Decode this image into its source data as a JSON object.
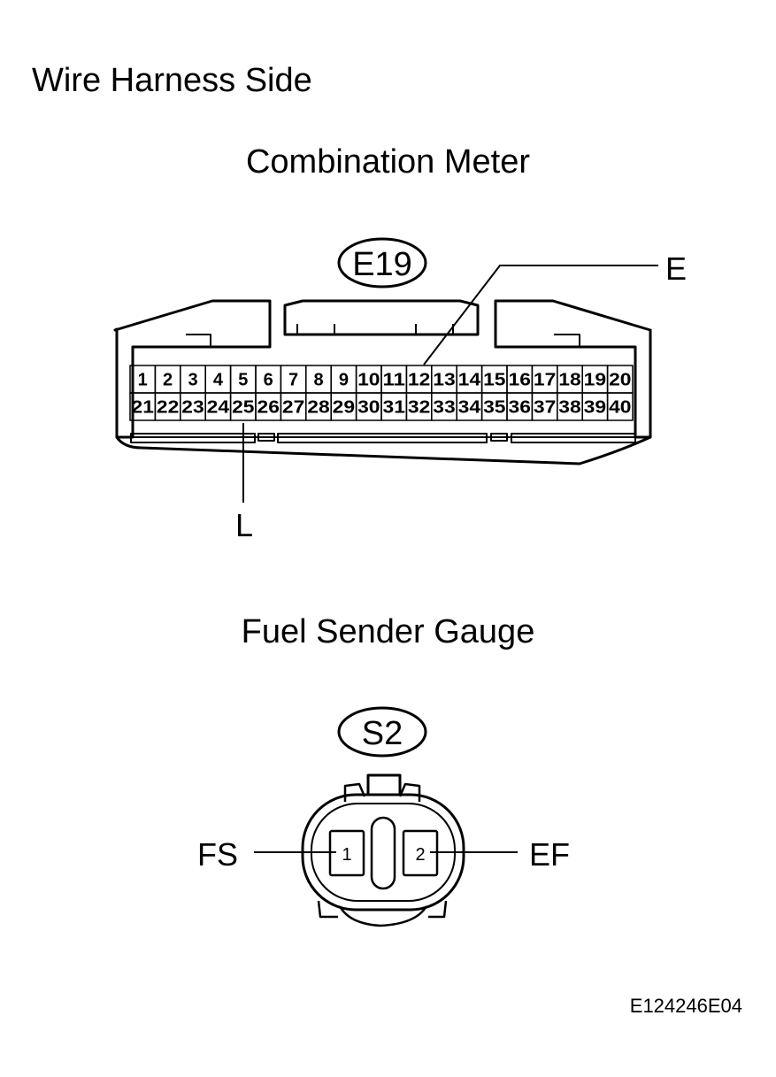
{
  "page_title": "Wire Harness Side",
  "figure_id": "E124246E04",
  "combination_meter": {
    "title": "Combination Meter",
    "connector_code": "E19",
    "pins_top": [
      "1",
      "2",
      "3",
      "4",
      "5",
      "6",
      "7",
      "8",
      "9",
      "10",
      "11",
      "12",
      "13",
      "14",
      "15",
      "16",
      "17",
      "18",
      "19",
      "20"
    ],
    "pins_bottom": [
      "21",
      "22",
      "23",
      "24",
      "25",
      "26",
      "27",
      "28",
      "29",
      "30",
      "31",
      "32",
      "33",
      "34",
      "35",
      "36",
      "37",
      "38",
      "39",
      "40"
    ],
    "terminal_e": {
      "label": "E",
      "pin": "12"
    },
    "terminal_l": {
      "label": "L",
      "pin": "25"
    }
  },
  "fuel_sender_gauge": {
    "title": "Fuel Sender Gauge",
    "connector_code": "S2",
    "pin_left": "1",
    "pin_right": "2",
    "terminal_fs": {
      "label": "FS",
      "pin": "1"
    },
    "terminal_ef": {
      "label": "EF",
      "pin": "2"
    }
  }
}
